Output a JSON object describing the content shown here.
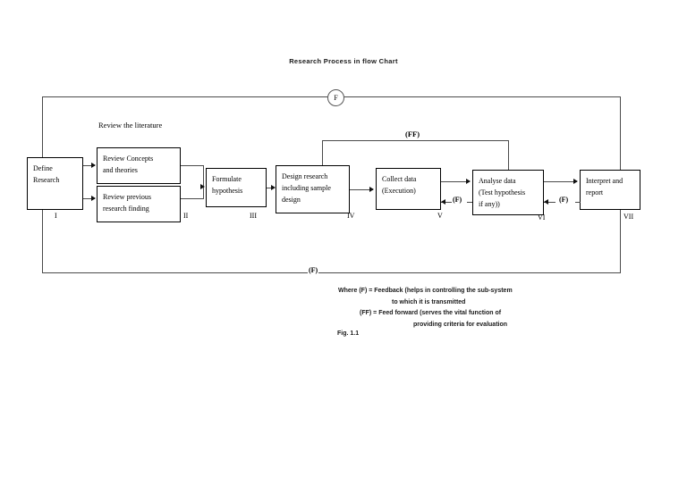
{
  "title": "Research Process in flow Chart",
  "caption": "Fig. 1.1",
  "group_label": "Review the literature",
  "feedback_circle_symbol": "F",
  "nodes": [
    {
      "id": "define-research",
      "lines": [
        "Define",
        "Research"
      ],
      "roman": "I"
    },
    {
      "id": "review-concepts",
      "lines": [
        "Review Concepts",
        "and theories"
      ],
      "roman": ""
    },
    {
      "id": "review-previous",
      "lines": [
        "Review previous",
        "research finding"
      ],
      "roman": "II"
    },
    {
      "id": "formulate-hypothesis",
      "lines": [
        "Formulate",
        "hypothesis"
      ],
      "roman": "III"
    },
    {
      "id": "design-research",
      "lines": [
        "Design research",
        "including sample",
        "design"
      ],
      "roman": "IV"
    },
    {
      "id": "collect-data",
      "lines": [
        "Collect data",
        "(Execution)"
      ],
      "roman": "V"
    },
    {
      "id": "analyse-data",
      "lines": [
        "Analyse data",
        "(Test hypothesis",
        "if any))"
      ],
      "roman": "VI"
    },
    {
      "id": "interpret-report",
      "lines": [
        "Interpret and",
        "report"
      ],
      "roman": "VII"
    }
  ],
  "edge_labels": {
    "feed_forward": "(FF)",
    "feedback_bottom": "(F)",
    "feedback_analyse_to_collect": "(F)",
    "feedback_interpret_to_analyse": "(F)"
  },
  "legend": {
    "line1": "Where (F) = Feedback (helps in controlling the sub-system",
    "line2": "to which it is transmitted",
    "line3": "(FF) = Feed forward (serves the vital function of",
    "line4": "providing criteria for evaluation"
  },
  "colors": {
    "line": "#4a4a4a",
    "box_border": "#000000",
    "text": "#000000",
    "background": "#ffffff"
  }
}
